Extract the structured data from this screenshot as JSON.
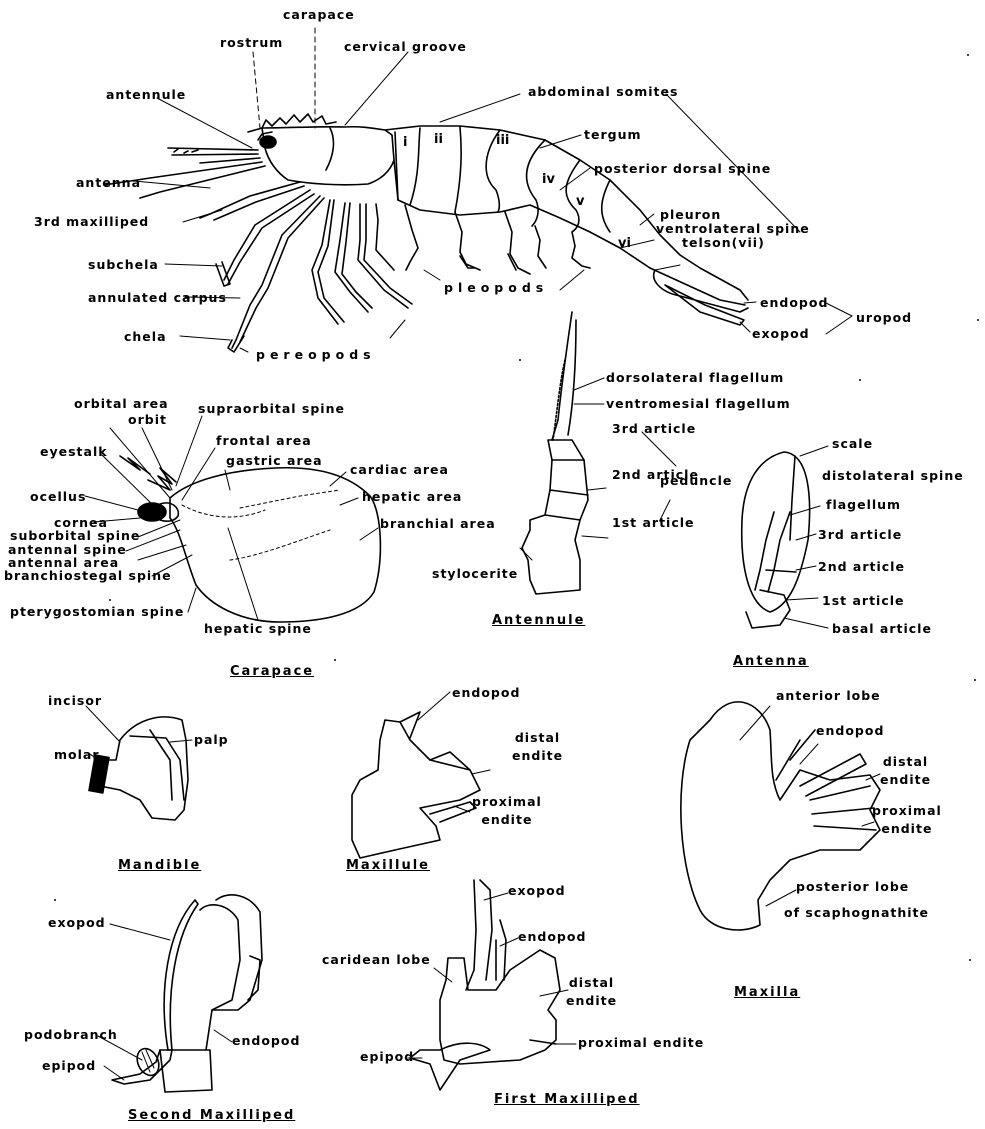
{
  "shrimp": {
    "carapace": "carapace",
    "rostrum": "rostrum",
    "cervical_groove": "cervical groove",
    "abdominal_somites": "abdominal somites",
    "antennule": "antennule",
    "antenna": "antenna",
    "tergum": "tergum",
    "posterior_dorsal_spine": "posterior dorsal spine",
    "maxilliped3": "3rd maxilliped",
    "pleuron": "pleuron",
    "ventrolateral_spine": "ventrolateral spine",
    "telson": "telson(vii)",
    "subchela": "subchela",
    "annulated_carpus": "annulated carpus",
    "pleopods": "pleopods",
    "endopod": "endopod",
    "uropod": "uropod",
    "exopod": "exopod",
    "chela": "chela",
    "pereopods": "pereopods",
    "somites": [
      "i",
      "ii",
      "iii",
      "iv",
      "v",
      "vi"
    ]
  },
  "carapace_detail": {
    "orbital_area": "orbital area",
    "orbit": "orbit",
    "supraorbital_spine": "supraorbital spine",
    "frontal_area": "frontal area",
    "eyestalk": "eyestalk",
    "gastric_area": "gastric area",
    "cardiac_area": "cardiac area",
    "hepatic_area": "hepatic area",
    "ocellus": "ocellus",
    "cornea": "cornea",
    "branchial_area": "branchial area",
    "suborbital_spine": "suborbital spine",
    "antennal_spine": "antennal spine",
    "antennal_area": "antennal area",
    "branchiostegal_spine": "branchiostegal spine",
    "pterygostomian_spine": "pterygostomian spine",
    "hepatic_spine": "hepatic spine",
    "caption": "Carapace"
  },
  "antennule_detail": {
    "dorsolateral_flagellum": "dorsolateral flagellum",
    "ventromesial_flagellum": "ventromesial flagellum",
    "article3": "3rd article",
    "article2": "2nd article",
    "peduncle": "peduncle",
    "article1": "1st article",
    "stylocerite": "stylocerite",
    "caption": "Antennule"
  },
  "antenna_detail": {
    "scale": "scale",
    "distolateral_spine": "distolateral spine",
    "flagellum": "flagellum",
    "article3": "3rd article",
    "article2": "2nd article",
    "article1": "1st article",
    "basal_article": "basal article",
    "caption": "Antenna"
  },
  "mandible": {
    "incisor": "incisor",
    "palp": "palp",
    "molar": "molar",
    "caption": "Mandible"
  },
  "maxillule": {
    "endopod": "endopod",
    "distal_endite": "distal endite",
    "proximal_endite": "proximal endite",
    "caption": "Maxillule"
  },
  "maxilla": {
    "anterior_lobe": "anterior lobe",
    "endopod": "endopod",
    "distal_endite": "distal endite",
    "proximal_endite": "proximal endite",
    "posterior_lobe": "posterior lobe",
    "of_scaphognathite": "of scaphognathite",
    "caption": "Maxilla"
  },
  "second_maxilliped": {
    "exopod": "exopod",
    "podobranch": "podobranch",
    "endopod": "endopod",
    "epipod": "epipod",
    "caption": "Second Maxilliped"
  },
  "first_maxilliped": {
    "exopod": "exopod",
    "endopod": "endopod",
    "caridean_lobe": "caridean lobe",
    "distal_endite": "distal endite",
    "proximal_endite": "proximal endite",
    "epipod": "epipod",
    "caption": "First Maxilliped"
  }
}
